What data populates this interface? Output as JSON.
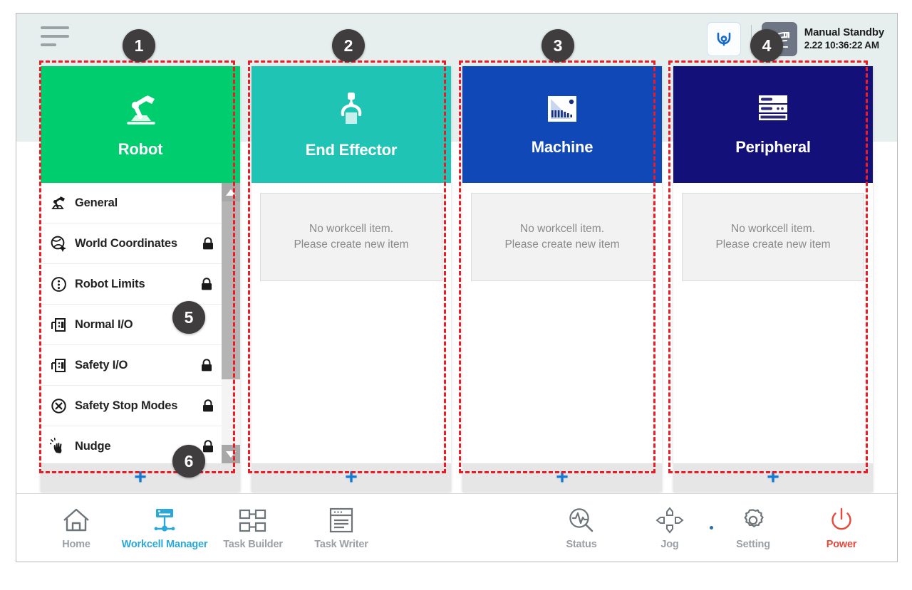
{
  "header": {
    "menu_icon": "hamburger-menu-icon",
    "mode_icon": "collaborative-robot-mode-icon",
    "hand_icon": "manual-hand-mode-icon",
    "status_title": "Manual Standby",
    "status_timestamp": "2.22 10:36:22 AM"
  },
  "columns": [
    {
      "key": "robot",
      "title": "Robot",
      "icon": "robot-arm-icon",
      "color": "#00ce6e",
      "type": "menu",
      "add_label": "+",
      "menu": [
        {
          "label": "General",
          "icon": "robot-arm-small-icon",
          "locked": false,
          "lock_right": false
        },
        {
          "label": "World Coordinates",
          "icon": "world-coordinates-icon",
          "locked": true,
          "lock_right": false
        },
        {
          "label": "Robot Limits",
          "icon": "robot-limits-icon",
          "locked": true,
          "lock_right": true
        },
        {
          "label": "Normal I/O",
          "icon": "normal-io-icon",
          "locked": false,
          "lock_right": false
        },
        {
          "label": "Safety I/O",
          "icon": "safety-io-icon",
          "locked": true,
          "lock_right": true
        },
        {
          "label": "Safety Stop Modes",
          "icon": "safety-stop-modes-icon",
          "locked": true,
          "lock_right": false
        },
        {
          "label": "Nudge",
          "icon": "nudge-hand-icon",
          "locked": true,
          "lock_right": false
        }
      ]
    },
    {
      "key": "end-effector",
      "title": "End Effector",
      "icon": "gripper-icon",
      "color": "#20c4b4",
      "type": "empty",
      "add_label": "+",
      "empty_line1": "No workcell item.",
      "empty_line2": "Please create new item"
    },
    {
      "key": "machine",
      "title": "Machine",
      "icon": "machine-icon",
      "color": "#1048b8",
      "type": "empty",
      "add_label": "+",
      "empty_line1": "No workcell item.",
      "empty_line2": "Please create new item"
    },
    {
      "key": "peripheral",
      "title": "Peripheral",
      "icon": "peripheral-rack-icon",
      "color": "#14107a",
      "type": "empty",
      "add_label": "+",
      "empty_line1": "No workcell item.",
      "empty_line2": "Please create new item"
    }
  ],
  "nav_left": [
    {
      "label": "Home",
      "icon": "home-icon",
      "active": false
    },
    {
      "label": "Workcell Manager",
      "icon": "workcell-manager-icon",
      "active": true
    },
    {
      "label": "Task Builder",
      "icon": "task-builder-icon",
      "active": false
    },
    {
      "label": "Task Writer",
      "icon": "task-writer-icon",
      "active": false
    }
  ],
  "nav_right": [
    {
      "label": "Status",
      "icon": "status-scope-icon",
      "active": false
    },
    {
      "label": "Jog",
      "icon": "jog-dpad-icon",
      "active": false
    },
    {
      "label": "Setting",
      "icon": "gear-icon",
      "active": false
    },
    {
      "label": "Power",
      "icon": "power-icon",
      "active": false
    }
  ],
  "annotations": [
    {
      "number": "1"
    },
    {
      "number": "2"
    },
    {
      "number": "3"
    },
    {
      "number": "4"
    },
    {
      "number": "5"
    },
    {
      "number": "6"
    }
  ]
}
